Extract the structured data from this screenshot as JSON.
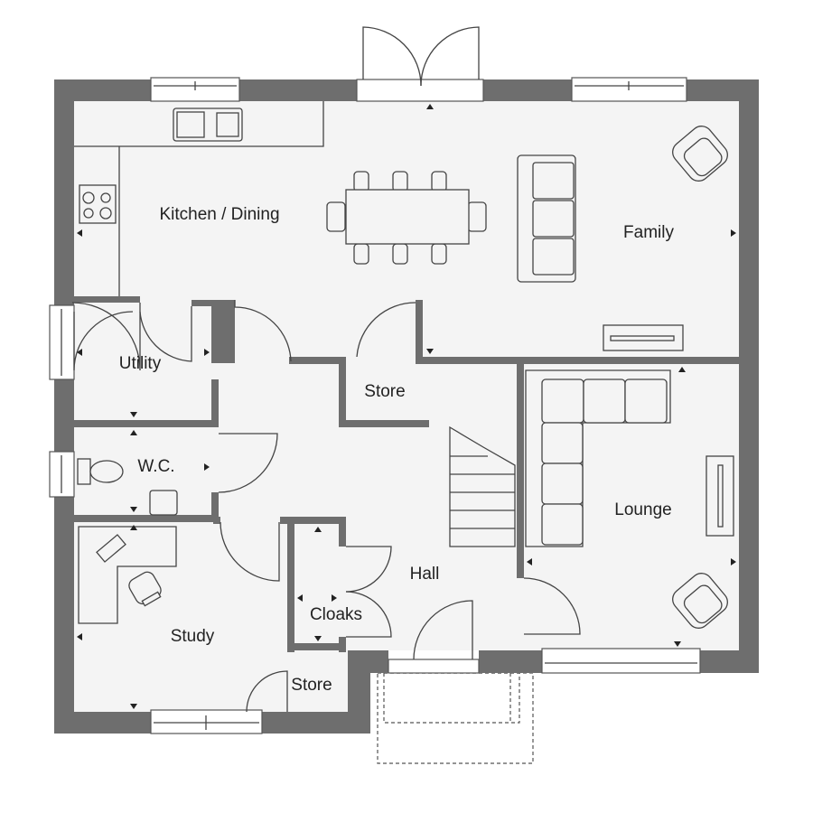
{
  "plan": {
    "rooms": {
      "kitchen_dining": "Kitchen / Dining",
      "family": "Family",
      "utility": "Utility",
      "store_upper": "Store",
      "wc": "W.C.",
      "lounge": "Lounge",
      "hall": "Hall",
      "cloaks": "Cloaks",
      "study": "Study",
      "store_lower": "Store"
    },
    "colors": {
      "wall": "#6e6e6e",
      "floor": "#f4f4f4",
      "line": "#444444"
    }
  }
}
